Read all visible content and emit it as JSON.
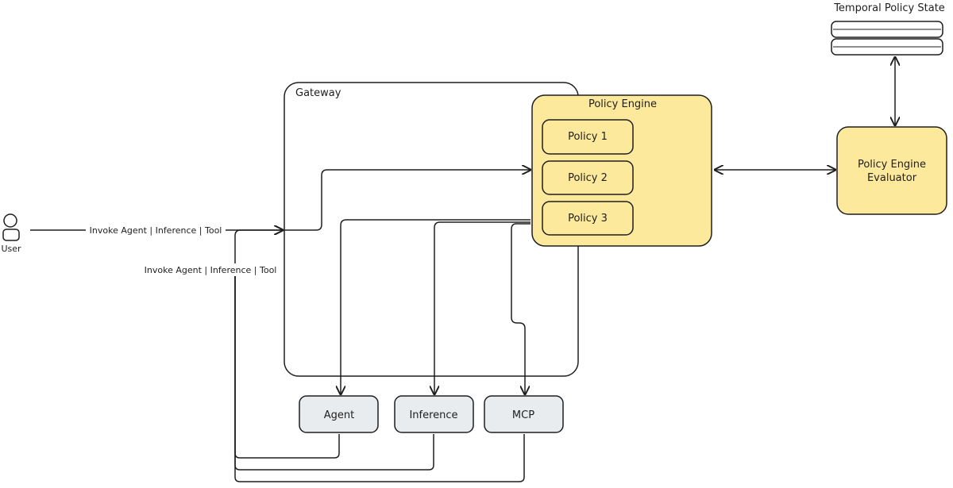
{
  "diagram": {
    "user_label": "User",
    "invoke_label_in": "Invoke Agent | Inference | Tool",
    "invoke_label_out": "Invoke Agent | Inference | Tool",
    "gateway_label": "Gateway",
    "policy_engine_label": "Policy Engine",
    "policies": [
      "Policy 1",
      "Policy 2",
      "Policy 3"
    ],
    "evaluator_label_line1": "Policy Engine",
    "evaluator_label_line2": "Evaluator",
    "state_store_label": "Temporal Policy State",
    "targets": [
      "Agent",
      "Inference",
      "MCP"
    ]
  },
  "colors": {
    "stroke": "#1e1e1e",
    "policy_fill": "#fde99b",
    "target_fill": "#e9ecef",
    "background": "#ffffff"
  }
}
